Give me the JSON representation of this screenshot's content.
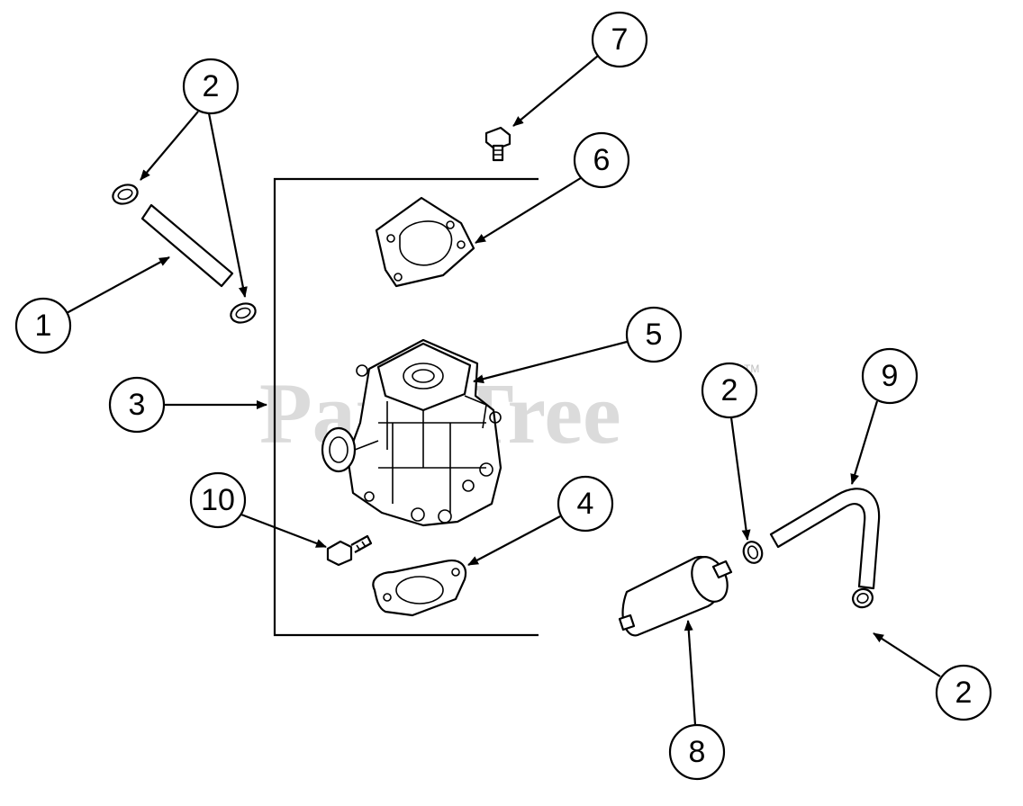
{
  "watermark": {
    "text": "PartsTree",
    "trademark": "TM"
  },
  "callouts": [
    {
      "id": "c1",
      "label": "1"
    },
    {
      "id": "c2a",
      "label": "2"
    },
    {
      "id": "c3",
      "label": "3"
    },
    {
      "id": "c4",
      "label": "4"
    },
    {
      "id": "c5",
      "label": "5"
    },
    {
      "id": "c6",
      "label": "6"
    },
    {
      "id": "c7",
      "label": "7"
    },
    {
      "id": "c8",
      "label": "8"
    },
    {
      "id": "c9",
      "label": "9"
    },
    {
      "id": "c10",
      "label": "10"
    },
    {
      "id": "c2b",
      "label": "2"
    },
    {
      "id": "c2c",
      "label": "2"
    }
  ]
}
